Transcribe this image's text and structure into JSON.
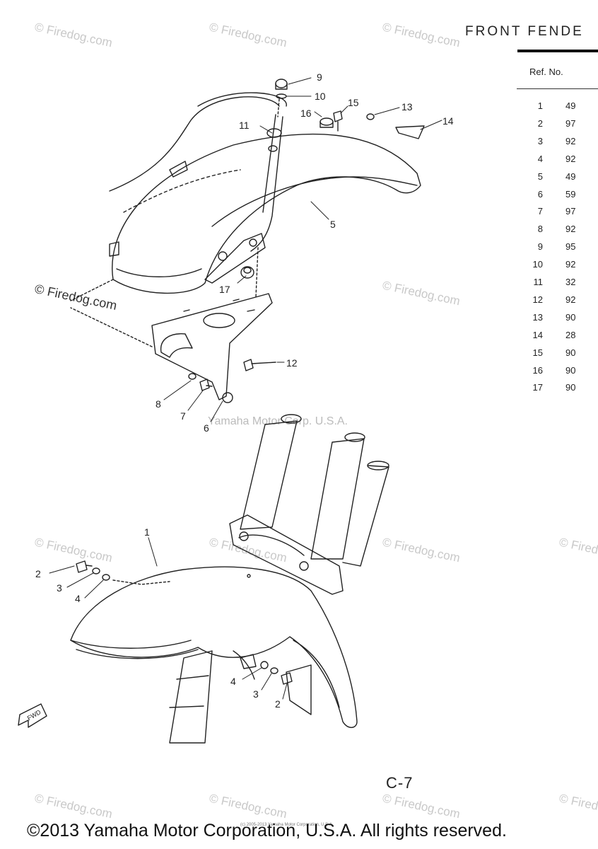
{
  "header": {
    "title": "FRONT FENDE",
    "ref_header": "Ref. No."
  },
  "ref_rows": [
    {
      "num": "1",
      "pn": "49"
    },
    {
      "num": "2",
      "pn": "97"
    },
    {
      "num": "3",
      "pn": "92"
    },
    {
      "num": "4",
      "pn": "92"
    },
    {
      "num": "5",
      "pn": "49"
    },
    {
      "num": "6",
      "pn": "59"
    },
    {
      "num": "7",
      "pn": "97"
    },
    {
      "num": "8",
      "pn": "92"
    },
    {
      "num": "9",
      "pn": "95"
    },
    {
      "num": "10",
      "pn": "92"
    },
    {
      "num": "11",
      "pn": "32"
    },
    {
      "num": "12",
      "pn": "92"
    },
    {
      "num": "13",
      "pn": "90"
    },
    {
      "num": "14",
      "pn": "28"
    },
    {
      "num": "15",
      "pn": "90"
    },
    {
      "num": "16",
      "pn": "90"
    },
    {
      "num": "17",
      "pn": "90"
    }
  ],
  "callouts": {
    "c1": "1",
    "c2": "2",
    "c3": "3",
    "c4": "4",
    "c5": "5",
    "c6": "6",
    "c7": "7",
    "c8": "8",
    "c9": "9",
    "c10": "10",
    "c11": "11",
    "c12": "12",
    "c13": "13",
    "c14": "14",
    "c15": "15",
    "c16": "16",
    "c17": "17",
    "fwd": "FWD"
  },
  "watermarks": {
    "firedog": "© Firedog.com",
    "corp": "Yamaha Motor Corp. U.S.A.",
    "tiny": "(c) 2005-2013 Yamaha Motor Corporation, U.S.A."
  },
  "footer": {
    "page_label": "C-7",
    "copyright": "©2013 Yamaha Motor Corporation, U.S.A. All rights reserved."
  }
}
